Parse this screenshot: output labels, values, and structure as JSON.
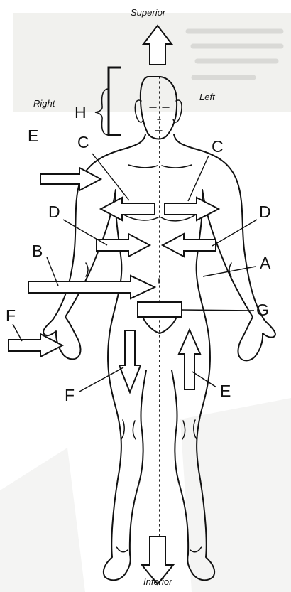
{
  "directions": {
    "superior": "Superior",
    "inferior": "Inferior",
    "right": "Right",
    "left": "Left"
  },
  "labels": {
    "a": "A",
    "b": "B",
    "c_left": "C",
    "c_right": "C",
    "d_left": "D",
    "d_right": "D",
    "e_upper": "E",
    "e_lower": "E",
    "f_left": "F",
    "f_lower": "F",
    "g": "G",
    "h": "H"
  }
}
